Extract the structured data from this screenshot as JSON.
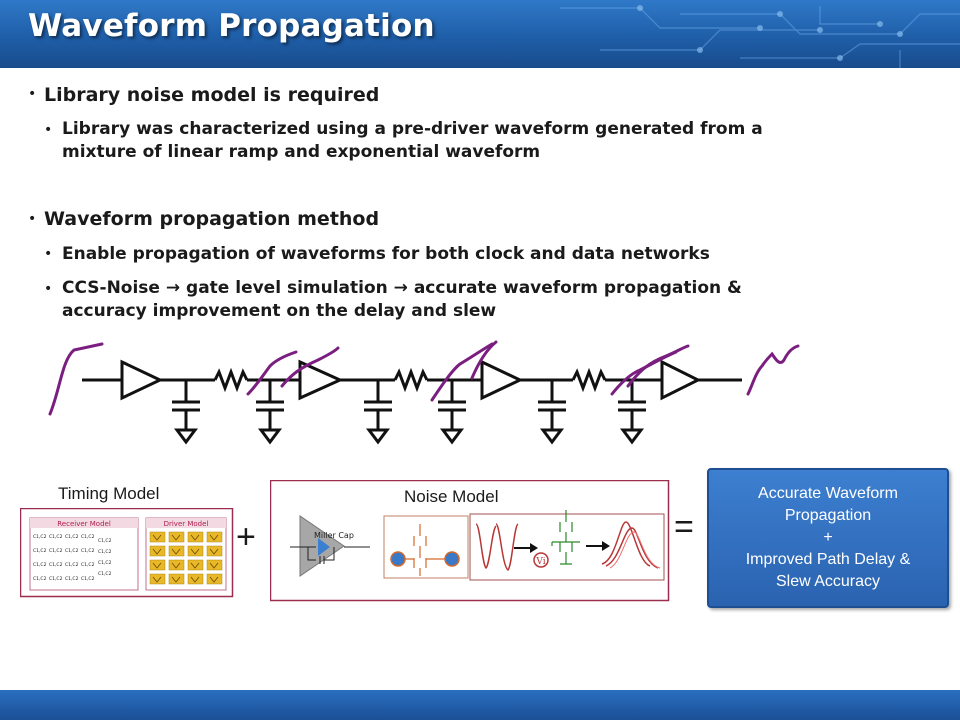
{
  "slide": {
    "title": "Waveform Propagation"
  },
  "bullets": [
    {
      "text": "Library noise model is required",
      "sub": [
        [
          "Library was characterized using a pre-driver waveform generated from a",
          "mixture of linear ramp and exponential waveform"
        ]
      ]
    },
    {
      "text": "Waveform propagation method",
      "sub": [
        [
          "Enable propagation of waveforms for both clock and data networks"
        ],
        [
          "CCS-Noise → gate level simulation → accurate waveform propagation &",
          "accuracy improvement on the delay and slew"
        ]
      ]
    }
  ],
  "timing_model": {
    "title": "Timing Model",
    "receiver_label": "Receiver Model",
    "driver_label": "Driver Model",
    "cell_text": "C1,C2"
  },
  "plus": "+",
  "noise_model": {
    "title": "Noise Model",
    "miller_label": "Miller Cap",
    "vi_label": "Vi"
  },
  "equals": "=",
  "result": {
    "lines": [
      "Accurate Waveform",
      "Propagation",
      "+",
      "Improved Path Delay &",
      "Slew Accuracy"
    ]
  },
  "colors": {
    "header_blue": "#1f5ea8",
    "waveform_purple": "#7a1f7f",
    "model_box_border": "#9b2e4f",
    "result_blue": "#2f6dbd"
  }
}
